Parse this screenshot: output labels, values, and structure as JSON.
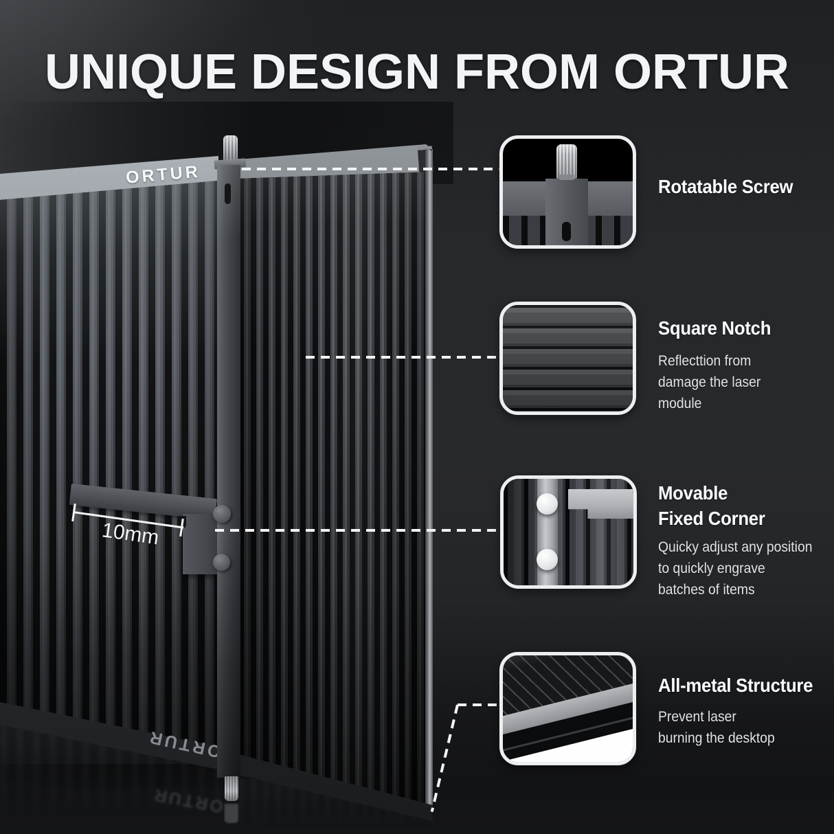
{
  "title": "UNIQUE DESIGN FROM ORTUR",
  "brand": {
    "logo": "ORTUR"
  },
  "product": {
    "measurement_label": "10mm"
  },
  "callouts": [
    {
      "name": "rotatable-screw",
      "heading_lines": [
        "Rotatable Screw"
      ],
      "desc_lines": []
    },
    {
      "name": "square-notch",
      "heading_lines": [
        "Square Notch"
      ],
      "desc_lines": [
        "Reflecttion from",
        "damage the laser",
        "module"
      ]
    },
    {
      "name": "movable-fixed-corner",
      "heading_lines": [
        "Movable",
        "Fixed Corner"
      ],
      "desc_lines": [
        "Quicky adjust any position",
        "to quickly engrave",
        "batches of items"
      ]
    },
    {
      "name": "all-metal-structure",
      "heading_lines": [
        "All-metal Structure"
      ],
      "desc_lines": [
        "Prevent laser",
        "burning the desktop"
      ]
    }
  ],
  "colors": {
    "background": "#242629",
    "panel_slat": "#565b60",
    "callout_border": "#eceef0",
    "dash": "#f4f4f4",
    "text_primary": "#fbfcfd",
    "text_secondary": "#e2e3e5"
  }
}
